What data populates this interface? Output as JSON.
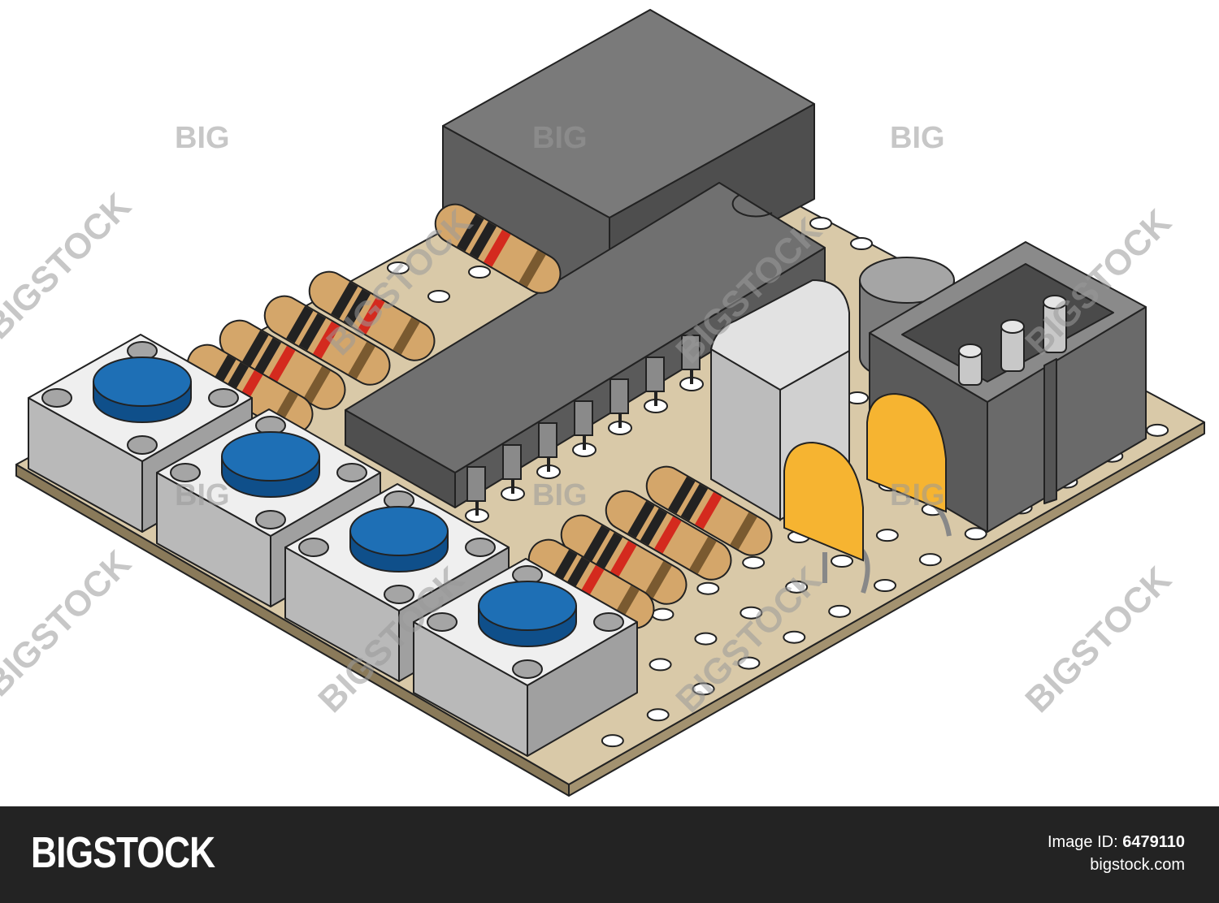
{
  "watermark": {
    "short": "BIG",
    "long": "BIGSTOCK"
  },
  "footer": {
    "logo": "BIGSTOCK",
    "image_id_label": "Image ID:",
    "image_id": "6479110",
    "site": "bigstock.com"
  },
  "colors": {
    "board": "#d9c9a8",
    "component_dark": "#6b6b6b",
    "button_cap": "#1e6fb5",
    "capacitor": "#f6b431",
    "resistor_body": "#d4a66a",
    "resistor_band_red": "#d42a1e",
    "footer_bg": "#232323"
  }
}
